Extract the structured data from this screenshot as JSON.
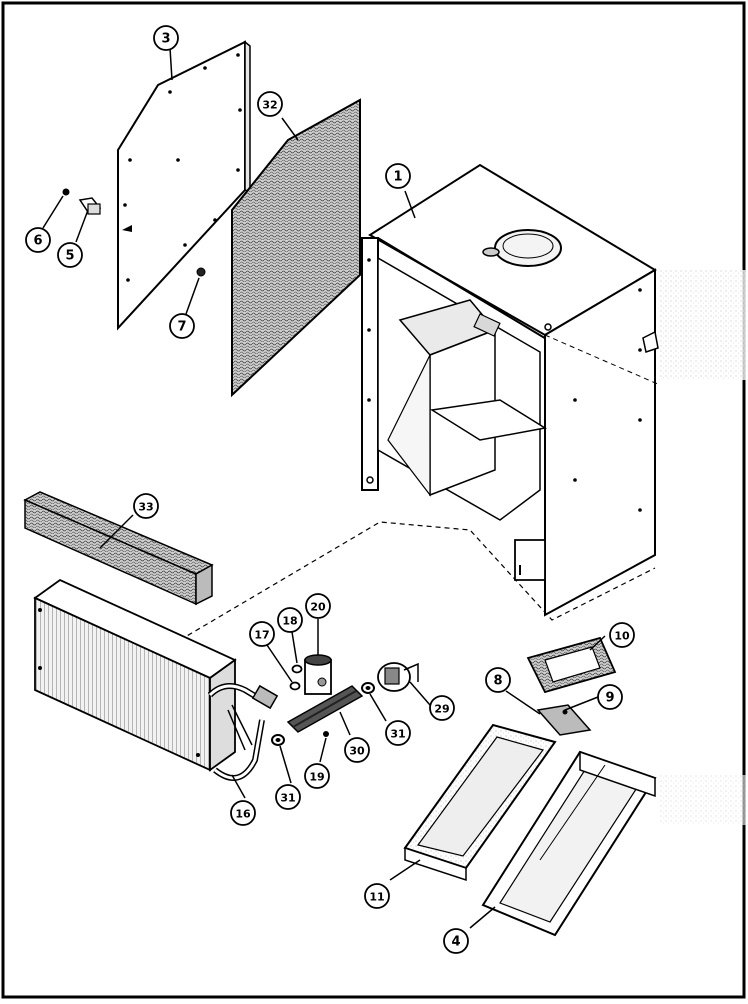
{
  "diagram": {
    "callouts": [
      {
        "id": "c3",
        "label": "3"
      },
      {
        "id": "c32",
        "label": "32"
      },
      {
        "id": "c1",
        "label": "1"
      },
      {
        "id": "c6",
        "label": "6"
      },
      {
        "id": "c5",
        "label": "5"
      },
      {
        "id": "c7",
        "label": "7"
      },
      {
        "id": "c33",
        "label": "33"
      },
      {
        "id": "c20",
        "label": "20"
      },
      {
        "id": "c18",
        "label": "18"
      },
      {
        "id": "c17",
        "label": "17"
      },
      {
        "id": "c10",
        "label": "10"
      },
      {
        "id": "c8",
        "label": "8"
      },
      {
        "id": "c9",
        "label": "9"
      },
      {
        "id": "c29",
        "label": "29"
      },
      {
        "id": "c31a",
        "label": "31"
      },
      {
        "id": "c30",
        "label": "30"
      },
      {
        "id": "c31b",
        "label": "31"
      },
      {
        "id": "c19",
        "label": "19"
      },
      {
        "id": "c16",
        "label": "16"
      },
      {
        "id": "c11",
        "label": "11"
      },
      {
        "id": "c4",
        "label": "4"
      }
    ]
  }
}
